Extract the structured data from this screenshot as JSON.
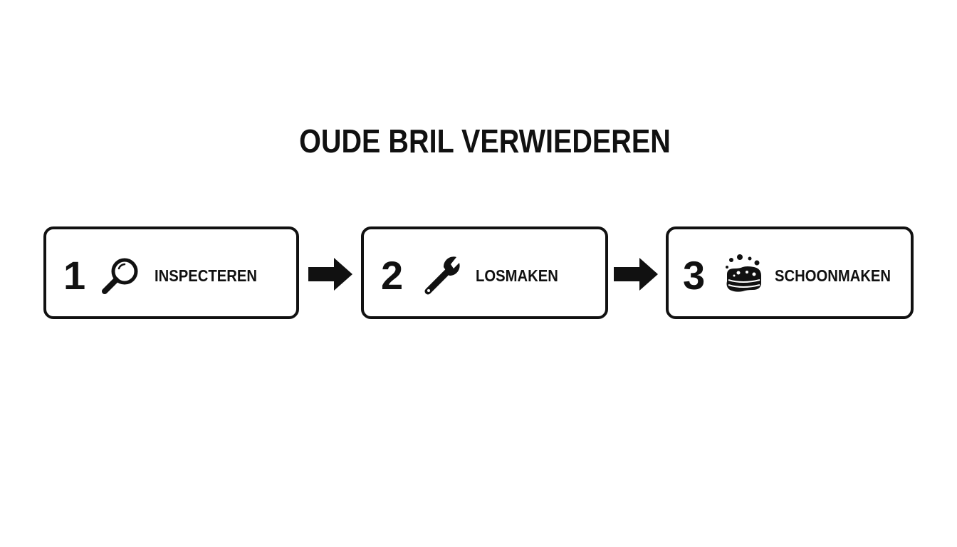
{
  "diagram": {
    "title": "OUDE BRIL VERWIEDEREN",
    "steps": [
      {
        "number": "1",
        "label": "INSPECTEREN",
        "icon": "magnifier-icon"
      },
      {
        "number": "2",
        "label": "LOSMAKEN",
        "icon": "wrench-icon"
      },
      {
        "number": "3",
        "label": "SCHOONMAKEN",
        "icon": "sponge-icon"
      }
    ],
    "colors": {
      "ink": "#111111",
      "background": "#ffffff"
    }
  }
}
